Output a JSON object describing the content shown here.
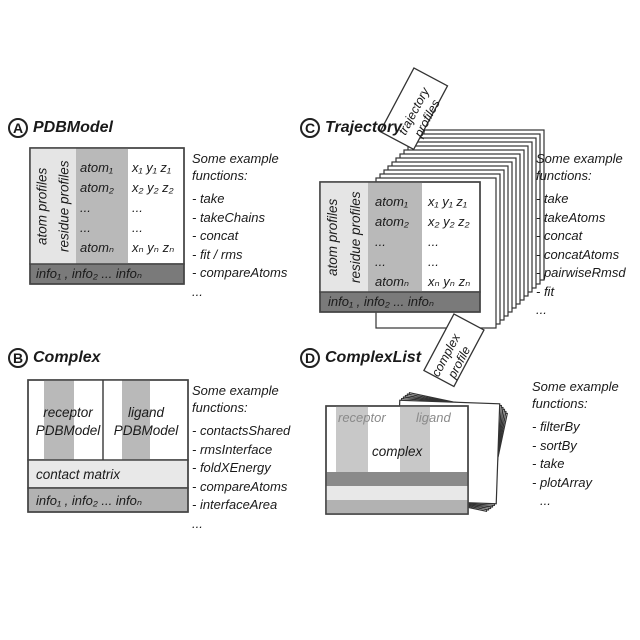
{
  "panels": {
    "a": {
      "letter": "A",
      "title": "PDBModel",
      "profiles": [
        "atom profiles",
        "residue profiles"
      ],
      "atoms": [
        "atom₁",
        "atom₂",
        "...",
        "...",
        "atomₙ"
      ],
      "coords": [
        "x₁ y₁ z₁",
        "x₂ y₂ z₂",
        "...",
        "...",
        "xₙ yₙ zₙ"
      ],
      "info": "info₁ , info₂  ...  infoₙ",
      "functions_head": "Some example\nfunctions:",
      "functions": [
        "- take",
        "- takeChains",
        "- concat",
        "- fit / rms",
        "- compareAtoms",
        "..."
      ]
    },
    "b": {
      "letter": "B",
      "title": "Complex",
      "receptor": "receptor\nPDBModel",
      "ligand": "ligand\nPDBModel",
      "contact": "contact matrix",
      "info": "info₁ , info₂  ...  infoₙ",
      "functions_head": "Some example\nfunctions:",
      "functions": [
        "- contactsShared",
        "- rmsInterface",
        "- foldXEnergy",
        "- compareAtoms",
        "- interfaceArea",
        "..."
      ]
    },
    "c": {
      "letter": "C",
      "title": "Trajectory",
      "stack_label": "trajectory\nprofiles",
      "profiles": [
        "atom profiles",
        "residue profiles"
      ],
      "atoms": [
        "atom₁",
        "atom₂",
        "...",
        "...",
        "atomₙ"
      ],
      "coords": [
        "x₁ y₁ z₁",
        "x₂ y₂ z₂",
        "...",
        "...",
        "xₙ yₙ zₙ"
      ],
      "info": "info₁ , info₂  ...  infoₙ",
      "functions_head": "Some example\nfunctions:",
      "functions": [
        "- take",
        "- takeAtoms",
        "- concat",
        "- concatAtoms",
        "- pairwiseRmsd",
        "- fit",
        "..."
      ]
    },
    "d": {
      "letter": "D",
      "title": "ComplexList",
      "stack_label": "complex\nprofile",
      "receptor": "receptor",
      "ligand": "ligand",
      "complex": "complex",
      "functions_head": "Some example\nfunctions:",
      "functions": [
        "- filterBy",
        "- sortBy",
        "- take",
        "- plotArray",
        "..."
      ]
    }
  }
}
